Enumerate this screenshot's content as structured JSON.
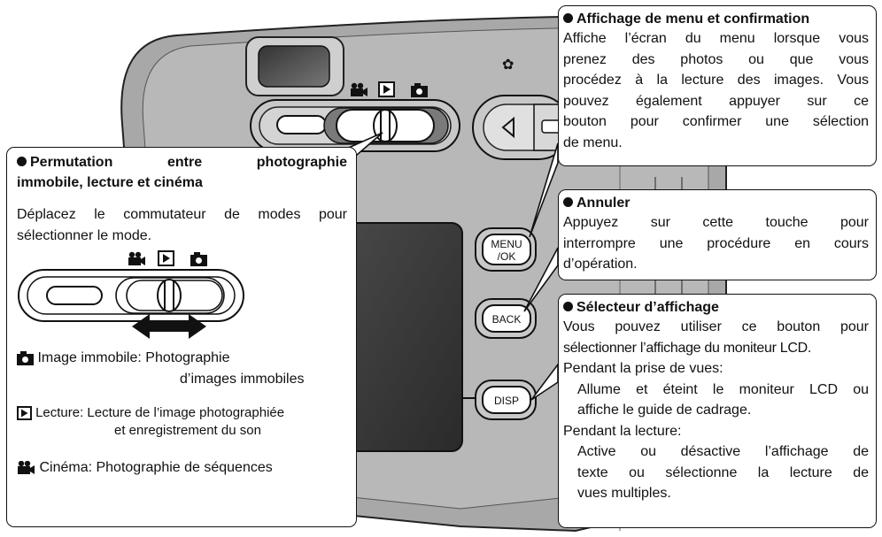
{
  "camera": {
    "buttons": {
      "menu": "MENU\n/OK",
      "back": "BACK",
      "disp": "DISP"
    },
    "symbols": {
      "macro": "✿"
    }
  },
  "box_mode": {
    "title_line1": "Permutation entre photographie",
    "title_line2": "immobile, lecture et cinéma",
    "intro_line1": "Déplacez le commutateur de modes pour",
    "intro_line2": "sélectionner le mode.",
    "still_label": "Image immobile: Photographie",
    "still_label2": "d’images immobiles",
    "play_label": "Lecture: Lecture de l’image photographiée",
    "play_label2": "et enregistrement du son",
    "movie_label": "Cinéma: Photographie de séquences"
  },
  "box_menu": {
    "title": "Affichage de menu et confirmation",
    "lines": [
      "Affiche l’écran du menu lorsque vous",
      "prenez des photos ou que vous",
      "procédez à la lecture des images. Vous",
      "pouvez également appuyer sur ce",
      "bouton pour confirmer une sélection",
      "de menu."
    ]
  },
  "box_cancel": {
    "title": "Annuler",
    "lines": [
      "Appuyez sur cette touche pour",
      "interrompre une procédure en cours",
      "d’opération."
    ]
  },
  "box_disp": {
    "title": "Sélecteur d’affichage",
    "line1": "Vous pouvez utiliser ce bouton pour",
    "line2": "sélectionner l’affichage du moniteur LCD.",
    "shooting_heading": "Pendant la prise de vues:",
    "shooting_line1": "Allume et éteint le moniteur LCD ou",
    "shooting_line2": "affiche le guide de cadrage.",
    "playback_heading": "Pendant la lecture:",
    "playback_line1": "Active ou désactive l’affichage de",
    "playback_line2": "texte ou sélectionne la lecture de",
    "playback_line3": "vues multiples."
  }
}
